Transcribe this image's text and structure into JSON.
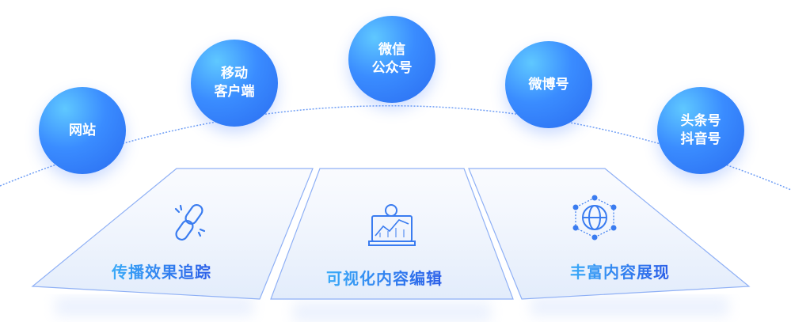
{
  "channels": [
    {
      "lines": [
        "网站"
      ]
    },
    {
      "lines": [
        "移动",
        "客户端"
      ]
    },
    {
      "lines": [
        "微信",
        "公众号"
      ]
    },
    {
      "lines": [
        "微博号"
      ]
    },
    {
      "lines": [
        "头条号",
        "抖音号"
      ]
    }
  ],
  "features": [
    {
      "label": "传播效果追踪",
      "icon": "broken-link-icon"
    },
    {
      "label": "可视化内容编辑",
      "icon": "laptop-chart-icon"
    },
    {
      "label": "丰富内容展现",
      "icon": "globe-network-icon"
    }
  ],
  "colors": {
    "accent": "#2f6ff0",
    "bubble_light": "#5fc8ff",
    "panel_edge": "#7aa2f5"
  }
}
